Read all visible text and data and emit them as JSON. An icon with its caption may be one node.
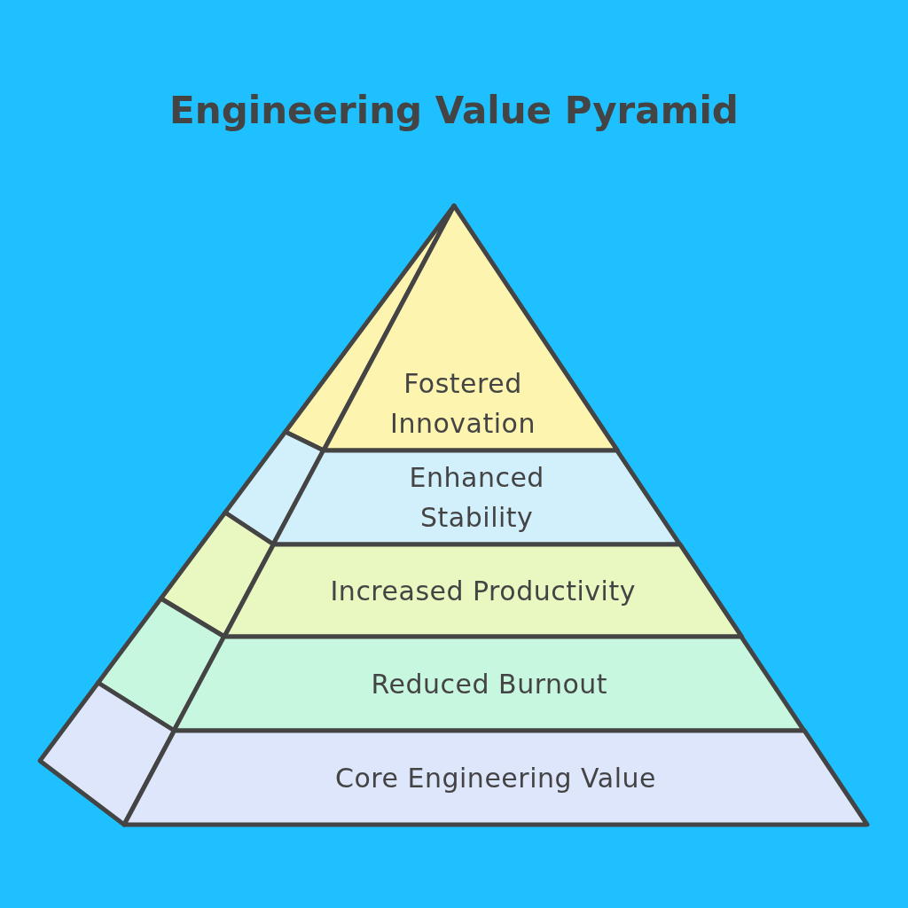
{
  "diagram": {
    "title": "Engineering Value Pyramid",
    "nodes": [
      {
        "text": [
          "Fostered Innovation"
        ]
      },
      {
        "text": [
          "Enhanced Stability"
        ]
      },
      {
        "text": [
          "Increased Productivity"
        ]
      },
      {
        "text": [
          "Reduced Burnout"
        ]
      },
      {
        "text": [
          "Core Engineering Value"
        ]
      }
    ]
  }
}
